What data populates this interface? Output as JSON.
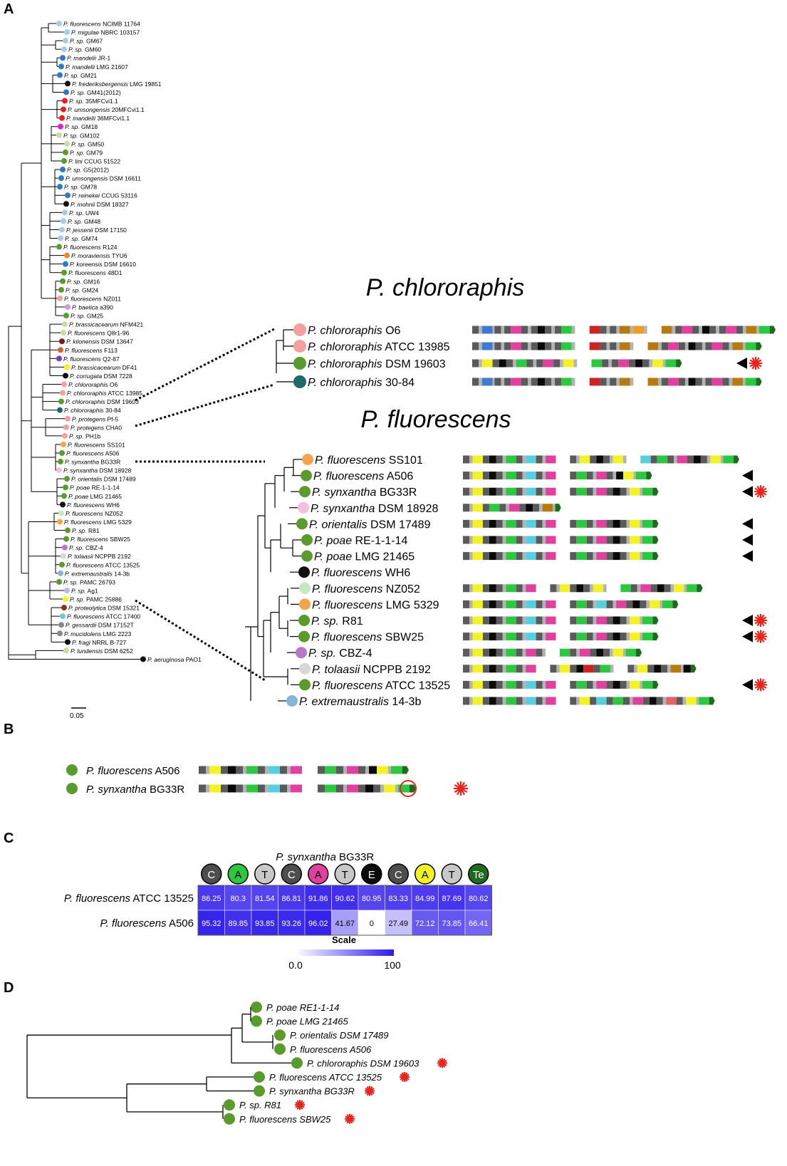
{
  "panels": {
    "a": "A",
    "b": "B",
    "c": "C",
    "d": "D"
  },
  "colors": {
    "dark_gray": "#5a5a5a",
    "light_gray": "#b3b3b3",
    "yellow": "#f2f226",
    "black": "#0a0a0a",
    "green": "#2ec742",
    "cyan": "#55d0dc",
    "magenta": "#e0409e",
    "blue": "#3f7ad0",
    "red": "#cc2424",
    "brown": "#b67a13",
    "orange": "#ef9c29",
    "salmon": "#e06464",
    "dark_green": "#1e6a1e",
    "node_green": "#5b9a2c",
    "asterisk": "#e8241c"
  },
  "tree": {
    "scale_label": "0.05",
    "leaves": [
      {
        "g": "P. fluorescens",
        "s": "NCIMB 11764",
        "c": "#a9cbe8"
      },
      {
        "g": "P. migulae",
        "s": "NBRC 103157",
        "c": "#a9cbe8"
      },
      {
        "g": "P. sp.",
        "s": "GM67",
        "c": "#a9cbe8"
      },
      {
        "g": "P. sp.",
        "s": "GM60",
        "c": "#a9cbe8"
      },
      {
        "g": "P. mandelii",
        "s": "JR-1",
        "c": "#2e7bc4"
      },
      {
        "g": "P. mandelii",
        "s": "LMG 21607",
        "c": "#2e7bc4"
      },
      {
        "g": "P. sp.",
        "s": "GM21",
        "c": "#2e7bc4"
      },
      {
        "g": "P. frederiksbergensis",
        "s": "LMG 19851",
        "c": "#111111"
      },
      {
        "g": "P. sp.",
        "s": "GM41(2012)",
        "c": "#2e7bc4"
      },
      {
        "g": "P. sp.",
        "s": "35MFCvi1.1",
        "c": "#e82020"
      },
      {
        "g": "P. umsongensis",
        "s": "20MFCvi1.1",
        "c": "#e82020"
      },
      {
        "g": "P. mandelii",
        "s": "36MFCvi1.1",
        "c": "#e82020"
      },
      {
        "g": "P. sp.",
        "s": "GM18",
        "c": "#e020d0"
      },
      {
        "g": "P. sp.",
        "s": "GM102",
        "c": "#c4e0a0"
      },
      {
        "g": "P. sp.",
        "s": "GM50",
        "c": "#c4e0a0"
      },
      {
        "g": "P. sp.",
        "s": "GM79",
        "c": "#5b9a2c"
      },
      {
        "g": "P. lini",
        "s": "CCUG 51522",
        "c": "#5b9a2c"
      },
      {
        "g": "P. sp.",
        "s": "G5(2012)",
        "c": "#2e7bc4"
      },
      {
        "g": "P. umsongensis",
        "s": "DSM 16611",
        "c": "#2e7bc4"
      },
      {
        "g": "P. sp.",
        "s": "GM78",
        "c": "#2e7bc4"
      },
      {
        "g": "P. reinekei",
        "s": "CCUG 53116",
        "c": "#2e7bc4"
      },
      {
        "g": "P. mohnii",
        "s": "DSM 18327",
        "c": "#111111"
      },
      {
        "g": "P. sp.",
        "s": "UW4",
        "c": "#a9cbe8"
      },
      {
        "g": "P. sp.",
        "s": "GM48",
        "c": "#a9cbe8"
      },
      {
        "g": "P. jessenii",
        "s": "DSM 17150",
        "c": "#a9cbe8"
      },
      {
        "g": "P. sp.",
        "s": "GM74",
        "c": "#a9cbe8"
      },
      {
        "g": "P. fluorescens",
        "s": "R124",
        "c": "#5b9a2c"
      },
      {
        "g": "P. moraviensis",
        "s": "TYU6",
        "c": "#ef8c29"
      },
      {
        "g": "P. koreensis",
        "s": "DSM 16610",
        "c": "#2e7bc4"
      },
      {
        "g": "P. fluorescens",
        "s": "48D1",
        "c": "#5b9a2c"
      },
      {
        "g": "P. sp.",
        "s": "GM16",
        "c": "#5b9a2c"
      },
      {
        "g": "P. sp.",
        "s": "GM24",
        "c": "#5b9a2c"
      },
      {
        "g": "P. fluorescens",
        "s": "NZ011",
        "c": "#f4a0a0"
      },
      {
        "g": "P. baetica",
        "s": "a390",
        "c": "#c8a0d8"
      },
      {
        "g": "P. sp.",
        "s": "GM25",
        "c": "#5b9a2c"
      },
      {
        "g": "P. brassicacearum",
        "s": "NFM421",
        "c": "#c4e0a0"
      },
      {
        "g": "P. fluorescens",
        "s": "Q8r1-96",
        "c": "#c4e0a0"
      },
      {
        "g": "P. kilonensis",
        "s": "DSM 13647",
        "c": "#7a1a1a"
      },
      {
        "g": "P. fluorescens",
        "s": "F113",
        "c": "#c86a2a"
      },
      {
        "g": "P. fluorescens",
        "s": "Q2-87",
        "c": "#7a3fb0"
      },
      {
        "g": "P. brassicacearum",
        "s": "DF41",
        "c": "#f2f226"
      },
      {
        "g": "P. corrugata",
        "s": "DSM 7228",
        "c": "#111111"
      },
      {
        "g": "P. chlororaphis",
        "s": "O6",
        "c": "#f4a0a0"
      },
      {
        "g": "P. chlororaphis",
        "s": "ATCC 13985",
        "c": "#f4a0a0"
      },
      {
        "g": "P. chlororaphis",
        "s": "DSM 19603",
        "c": "#5b9a2c"
      },
      {
        "g": "P. chlororaphis",
        "s": "30-84",
        "c": "#1e6a6a"
      },
      {
        "g": "P. protegens",
        "s": "Pf-5",
        "c": "#f4a0a0"
      },
      {
        "g": "P. protegens",
        "s": "CHA0",
        "c": "#f4a0a0"
      },
      {
        "g": "P. sp.",
        "s": "PH1b",
        "c": "#f4a0a0"
      },
      {
        "g": "P. fluorescens",
        "s": "SS101",
        "c": "#f4a44a"
      },
      {
        "g": "P. fluorescens",
        "s": "A506",
        "c": "#5b9a2c"
      },
      {
        "g": "P. synxantha",
        "s": "BG33R",
        "c": "#5b9a2c"
      },
      {
        "g": "P. synxantha",
        "s": "DSM 18928",
        "c": "#f4c0e0"
      },
      {
        "g": "P. orientalis",
        "s": "DSM 17489",
        "c": "#5b9a2c"
      },
      {
        "g": "P. poae",
        "s": "RE-1-1-14",
        "c": "#5b9a2c"
      },
      {
        "g": "P. poae",
        "s": "LMG 21465",
        "c": "#5b9a2c"
      },
      {
        "g": "P. fluorescens",
        "s": "WH6",
        "c": "#111111"
      },
      {
        "g": "P. fluorescens",
        "s": "NZ052",
        "c": "#c4e8c0"
      },
      {
        "g": "P. fluorescens",
        "s": "LMG 5329",
        "c": "#f4a44a"
      },
      {
        "g": "P. sp.",
        "s": "R81",
        "c": "#5b9a2c"
      },
      {
        "g": "P. fluorescens",
        "s": "SBW25",
        "c": "#5b9a2c"
      },
      {
        "g": "P. sp.",
        "s": "CBZ-4",
        "c": "#b878c8"
      },
      {
        "g": "P. tolaasii",
        "s": "NCPPB 2192",
        "c": "#d8d8d8"
      },
      {
        "g": "P. fluorescens",
        "s": "ATCC 13525",
        "c": "#5b9a2c"
      },
      {
        "g": "P. extremaustralis",
        "s": "14-3b",
        "c": "#88b4d8"
      },
      {
        "g": "P. sp.",
        "s": "PAMC 26793",
        "c": "#5b9a2c"
      },
      {
        "g": "P. sp.",
        "s": "Ag1",
        "c": "#b8b8e0"
      },
      {
        "g": "P. sp.",
        "s": "PAMC 25886",
        "c": "#f2f226"
      },
      {
        "g": "P. proteolytica",
        "s": "DSM 15321",
        "c": "#7a3a1a"
      },
      {
        "g": "P. fluorescens",
        "s": "ATCC 17400",
        "c": "#78c8c8"
      },
      {
        "g": "P. gessardii",
        "s": "DSM 17152T",
        "c": "#888888"
      },
      {
        "g": "P. mucidolens",
        "s": "LMG 2223",
        "c": "#888888"
      },
      {
        "g": "P. fragi",
        "s": "NRRL B-727",
        "c": "#111111"
      },
      {
        "g": "P. lundensis",
        "s": "DSM 6252",
        "c": "#c4e0a0"
      },
      {
        "g": "P. aeruginosa",
        "s": "PAO1",
        "c": "#111111"
      }
    ]
  },
  "chlororaphis": {
    "title": "P. chlororaphis",
    "strains": [
      {
        "g": "P. chlororaphis",
        "s": "O6",
        "node": "#f4a0a0",
        "marker": "none",
        "genes": "DLB+DLDMDLDkDLDgL_RDLDLOLnL_OLDMDLkDLDMDLOdg"
      },
      {
        "g": "P. chlororaphis",
        "s": "ATCC 13985",
        "node": "#f4a0a0",
        "marker": "none",
        "genes": "DLB+DLDMDLDkDLDgL_RDLDLOL_OLDMDLkDLDMDLOdg"
      },
      {
        "g": "P. chlororaphis",
        "s": "DSM 19603",
        "node": "#5b9a2c",
        "marker": "both",
        "genes": "DLYDkDLgDLDMDLYL_gDLDMDkDLYdg"
      },
      {
        "g": "P. chlororaphis",
        "s": "30-84",
        "node": "#1e6a6a",
        "marker": "none",
        "genes": "DLB+DLDMDLDkDLDgL_RDLDLOL_OLDMDLkDLDMDLOdg"
      }
    ]
  },
  "fluorescens": {
    "title": "P. fluorescens",
    "strains": [
      {
        "g": "P. fluorescens",
        "s": "SS101",
        "node": "#f4a44a",
        "marker": "none",
        "genes": "DLYDkDLgDLcDLM_DLYDkDLYL_cDgDLMDkDLYdg"
      },
      {
        "g": "P. fluorescens",
        "s": "A506",
        "node": "#5b9a2c",
        "marker": "tri",
        "genes": "DLYDkDLgDLcDLM_DgDLMDLkYdg"
      },
      {
        "g": "P. synxantha",
        "s": "BG33R",
        "node": "#5b9a2c",
        "marker": "both",
        "genes": "DLYDkDLgDLcDLM_DgDLMDkDLYdg"
      },
      {
        "g": "P. synxantha",
        "s": "DSM 18928",
        "node": "#f4c0e0",
        "marker": "none",
        "genes": "DLYDgDLMDkDLOd"
      },
      {
        "g": "P. orientalis",
        "s": "DSM 17489",
        "node": "#5b9a2c",
        "marker": "tri",
        "genes": "DLYDkDLgDLcDLM_DgDLMDkDLYdg"
      },
      {
        "g": "P. poae",
        "s": "RE-1-1-14",
        "node": "#5b9a2c",
        "marker": "tri",
        "genes": "DLYDkDLgDLcDLM_DgDLMDkDLYdg"
      },
      {
        "g": "P. poae",
        "s": "LMG 21465",
        "node": "#5b9a2c",
        "marker": "tri",
        "genes": "DLYDkDLgDLcDLM_DgDLMDkDLYdg"
      },
      {
        "g": "P. fluorescens",
        "s": "WH6",
        "node": "#111111",
        "marker": "none",
        "genes": ""
      },
      {
        "g": "P. fluorescens",
        "s": "NZ052",
        "node": "#c4e8c0",
        "marker": "none",
        "genes": "DLYDkDLgDLM_DLYDkDLYL_gDLMDkDLYdg"
      },
      {
        "g": "P. fluorescens",
        "s": "LMG 5329",
        "node": "#f4a44a",
        "marker": "none",
        "genes": "DLYDkDLgDLcDLM_DgDLcDLMDkDLYdg"
      },
      {
        "g": "P. sp.",
        "s": "R81",
        "node": "#5b9a2c",
        "marker": "both",
        "genes": "DLYDkDLgDLcDLM_DgDLMDkDLYdg"
      },
      {
        "g": "P. fluorescens",
        "s": "SBW25",
        "node": "#5b9a2c",
        "marker": "both",
        "genes": "DLYDkDLgDLcDLM_DgDLMDkDLYdg"
      },
      {
        "g": "P. sp.",
        "s": "CBZ-4",
        "node": "#b878c8",
        "marker": "none",
        "genes": "DLYDkDLgDLMDL_gDLMDkDLYdg"
      },
      {
        "g": "P. tolaasii",
        "s": "NCPPB 2192",
        "node": "#d8d8d8",
        "marker": "none",
        "genes": "DLYDkDLgDLM_DLYDkRDgL_DLYDkDLOdk"
      },
      {
        "g": "P. fluorescens",
        "s": "ATCC 13525",
        "node": "#5b9a2c",
        "marker": "both",
        "genes": "DLYDkDLgDLcDLM_DgDLMDkDLYdg"
      },
      {
        "g": "P. extremaustralis",
        "s": "14-3b",
        "node": "#88b4d8",
        "marker": "none",
        "genes": "DLYDkDLgDLcDLM_DLYDcDgDLMDkDLsDLYdg"
      }
    ]
  },
  "panel_b": {
    "strains": [
      {
        "g": "P. fluorescens",
        "s": "A506",
        "genes": "DLYDkDLgDLcDLM_DgDLMDLkYdg",
        "marker": "none"
      },
      {
        "g": "P. synxantha",
        "s": "BG33R",
        "genes": "DLYDkDLgDLcDLM_DgDLMDkDLYdg",
        "marker": "asterisk"
      }
    ]
  },
  "heatmap": {
    "title": "P. synxantha BG33R",
    "columns": [
      {
        "letter": "C",
        "fill": "#4d4d4d",
        "text": "#ffffff"
      },
      {
        "letter": "A",
        "fill": "#2ec742",
        "text": "#000000"
      },
      {
        "letter": "T",
        "fill": "#c8c8c8",
        "text": "#000000"
      },
      {
        "letter": "C",
        "fill": "#4d4d4d",
        "text": "#ffffff"
      },
      {
        "letter": "A",
        "fill": "#e0409e",
        "text": "#000000"
      },
      {
        "letter": "T",
        "fill": "#c8c8c8",
        "text": "#000000"
      },
      {
        "letter": "E",
        "fill": "#0a0a0a",
        "text": "#ffffff"
      },
      {
        "letter": "C",
        "fill": "#4d4d4d",
        "text": "#ffffff"
      },
      {
        "letter": "A",
        "fill": "#f2f226",
        "text": "#000000"
      },
      {
        "letter": "T",
        "fill": "#c8c8c8",
        "text": "#000000"
      },
      {
        "letter": "Te",
        "fill": "#1e6a1e",
        "text": "#ffffff"
      }
    ],
    "rows": [
      {
        "g": "P. fluorescens",
        "s": "ATCC 13525",
        "values": [
          "86.25",
          "80.3",
          "81.54",
          "86.81",
          "91.86",
          "90.62",
          "80.95",
          "83.33",
          "84.99",
          "87.69",
          "80.62"
        ]
      },
      {
        "g": "P. fluorescens",
        "s": "A506",
        "values": [
          "95.32",
          "89.85",
          "93.85",
          "93.26",
          "96.02",
          "41.67",
          "0",
          "27.49",
          "72.12",
          "73.85",
          "66.41"
        ]
      }
    ],
    "scale_title": "Scale",
    "scale_min": "0.0",
    "scale_max": "100"
  },
  "panel_d": {
    "leaves": [
      {
        "label": "P.  poae RE1-1-14",
        "ast": false
      },
      {
        "label": "P.  poae LMG 21465",
        "ast": false
      },
      {
        "label": "P.  orientalis DSM 17489",
        "ast": false
      },
      {
        "label": "P.  fluorescens A506",
        "ast": false
      },
      {
        "label": "P.  chlororaphis DSM 19603",
        "ast": true
      },
      {
        "label": "P.  fluorescens ATCC 13525",
        "ast": true
      },
      {
        "label": "P.  synxantha BG33R",
        "ast": true
      },
      {
        "label": "P.  sp. R81",
        "ast": true
      },
      {
        "label": "P.  fluorescens SBW25",
        "ast": true
      }
    ]
  }
}
